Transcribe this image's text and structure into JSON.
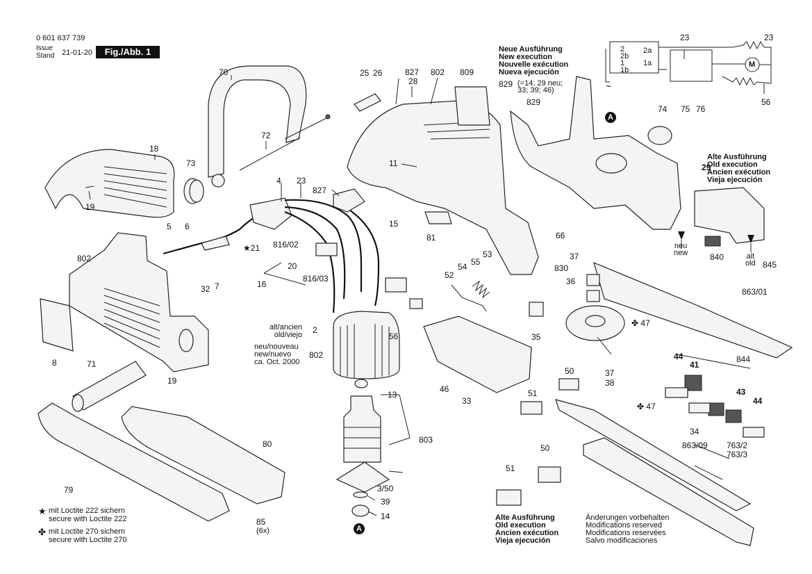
{
  "header": {
    "part_number": "0 601 637 739",
    "issue_label": "Issue",
    "stand_label": "Stand",
    "date": "21-01-20",
    "figure_label": "Fig./Abb. 1"
  },
  "notes": {
    "new_execution": [
      "Neue Ausführung",
      "New execution",
      "Nouvelle exécution",
      "Nueva ejecución"
    ],
    "new_execution_829": "829",
    "new_execution_829_detail": [
      "(=14; 29 neu;",
      "33; 39; 46)"
    ],
    "old_execution_right": [
      "Alte Ausführung",
      "Old execution",
      "Ancien exécution",
      "Vieja ejecución"
    ],
    "old_execution_bottom": [
      "Alte Ausführung",
      "Old execution",
      "Ancien exécution",
      "Vieja ejecución"
    ],
    "modifications": [
      "Änderungen vorbehalten",
      "Modifications reserved",
      "Modifications reservées",
      "Salvo modificaciones"
    ],
    "loctite_222": [
      "mit Loctite 222 sichern",
      "secure with Loctite 222"
    ],
    "loctite_270": [
      "mit Loctite 270 sichern",
      "secure with Loctite 270"
    ],
    "alt_ancien": [
      "alt/ancien",
      "old/viejo"
    ],
    "neu_nouveau": [
      "neu/nouveau",
      "new/nuevo",
      "ca. Oct. 2000"
    ],
    "neu_new": [
      "neu",
      "new"
    ],
    "alt_old": [
      "alt",
      "old"
    ],
    "qty_6x": "(6x)"
  },
  "callouts": {
    "c70": "70",
    "c18": "18",
    "c19a": "19",
    "c73": "73",
    "c72": "72",
    "c25": "25",
    "c26": "26",
    "c827a": "827",
    "c28": "28",
    "c802a": "802",
    "c809": "809",
    "c11": "11",
    "c4": "4",
    "c23a": "23",
    "c827b": "827",
    "c15": "15",
    "c81": "81",
    "c5": "5",
    "c6": "6",
    "c21": "21",
    "c816_02": "816/02",
    "c20": "20",
    "c16": "16",
    "c816_03": "816/03",
    "c32": "32",
    "c7": "7",
    "c802b": "802",
    "c8": "8",
    "c71": "71",
    "c19b": "19",
    "c2": "2",
    "c802c": "802",
    "c56a": "56",
    "c52": "52",
    "c54": "54",
    "c55": "55",
    "c53": "53",
    "c13": "13",
    "c803": "803",
    "c350": "3/50",
    "c39": "39",
    "c14": "14",
    "c80": "80",
    "c79": "79",
    "c85": "85",
    "c46": "46",
    "c33": "33",
    "c23b": "23",
    "c23c": "23",
    "c56b": "56",
    "c829": "829",
    "c74": "74",
    "c75": "75",
    "c76": "76",
    "c29": "29",
    "c66": "66",
    "c840": "840",
    "c845": "845",
    "c37a": "37",
    "c830": "830",
    "c36": "36",
    "c863_01": "863/01",
    "c35": "35",
    "c47a": "47",
    "c37b": "37",
    "c38": "38",
    "c50a": "50",
    "c51a": "51",
    "c47b": "47",
    "c44a": "44",
    "c41": "41",
    "c844": "844",
    "c43": "43",
    "c44b": "44",
    "c34": "34",
    "c863_09": "863/09",
    "c763_2": "763/2",
    "c763_3": "763/3",
    "c50b": "50",
    "c51b": "51",
    "markerA": "A"
  },
  "schematic": {
    "terminals": [
      "2",
      "2b",
      "1",
      "1b",
      "2a",
      "1a"
    ],
    "motor": "M",
    "ac_symbol": "~"
  },
  "symbols": {
    "star": "★",
    "clover": "✤"
  }
}
